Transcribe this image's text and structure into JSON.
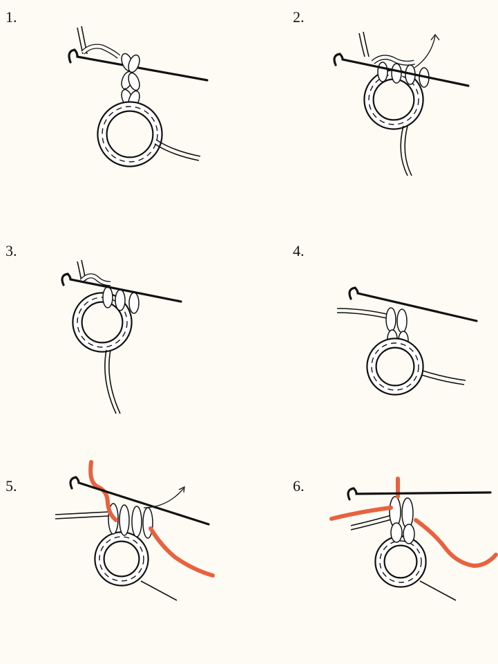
{
  "steps": [
    {
      "number": "1."
    },
    {
      "number": "2."
    },
    {
      "number": "3."
    },
    {
      "number": "4."
    },
    {
      "number": "5."
    },
    {
      "number": "6."
    }
  ],
  "colors": {
    "background": "#fdfbf3",
    "yarn_outline": "#111111",
    "yarn_fill": "#ffffff",
    "new_yarn": "#e8623f"
  },
  "icons": {
    "hook": "crochet-hook-icon",
    "arrow": "direction-arrow-icon"
  }
}
